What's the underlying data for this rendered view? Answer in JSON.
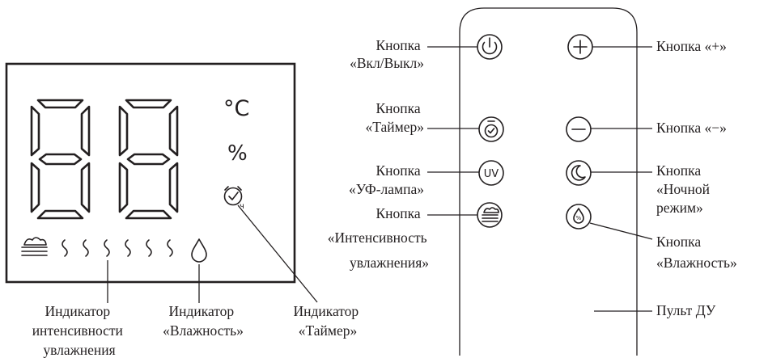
{
  "display_panel": {
    "unit_celsius": "°C",
    "unit_percent": "%",
    "timer_hours_mark": "ч",
    "label_intensity": [
      "Индикатор",
      "интенсивности",
      "увлажнения"
    ],
    "label_humidity": [
      "Индикатор",
      "«Влажность»"
    ],
    "label_timer": [
      "Индикатор",
      "«Таймер»"
    ]
  },
  "remote": {
    "power_button": {
      "label": [
        "Кнопка",
        "«Вкл/Выкл»"
      ]
    },
    "plus_button": {
      "label": "Кнопка «+»"
    },
    "timer_button": {
      "label": [
        "Кнопка",
        "«Таймер»"
      ]
    },
    "minus_button": {
      "label": "Кнопка «−»"
    },
    "uv_button": {
      "text": "UV",
      "label": [
        "Кнопка",
        "«УФ-лампа»"
      ]
    },
    "night_button": {
      "label": [
        "Кнопка",
        "«Ночной",
        "режим»"
      ]
    },
    "intensity_button": {
      "label": [
        "Кнопка",
        "«Интенсивность",
        "увлажнения»"
      ]
    },
    "humidity_button": {
      "label": [
        "Кнопка",
        "«Влажность»"
      ]
    },
    "remote_label": "Пульт ДУ"
  }
}
